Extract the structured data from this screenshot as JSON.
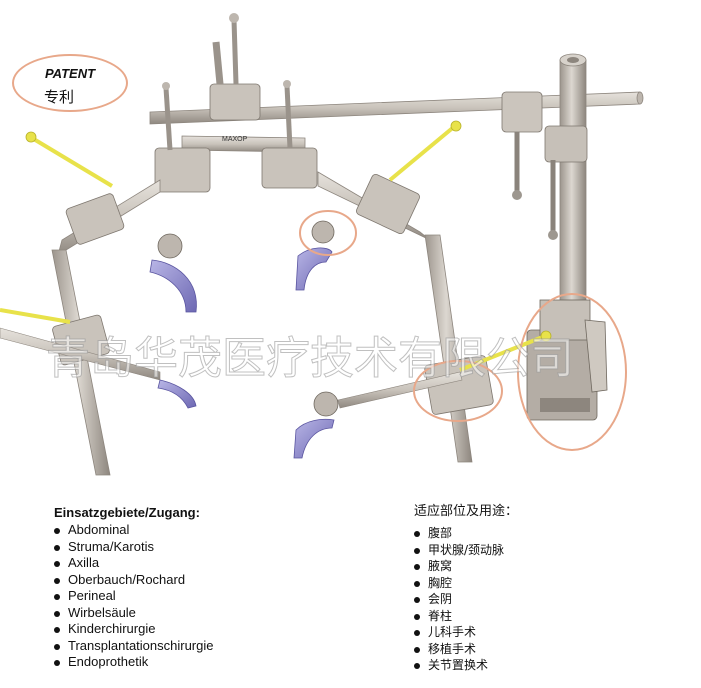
{
  "patent": {
    "label_en": "PATENT",
    "label_zh": "专利"
  },
  "illustration": {
    "label_maxop": "MAXOP"
  },
  "watermark": "青岛华茂医疗技术有限公司",
  "uses_de": {
    "title": "Einsatzgebiete/Zugang:",
    "items": [
      "Abdominal",
      "Struma/Karotis",
      "Axilla",
      "Oberbauch/Rochard",
      "Perineal",
      "Wirbelsäule",
      "Kinderchirurgie",
      "Transplantationschirurgie",
      "Endoprothetik"
    ]
  },
  "uses_zh": {
    "title": "适应部位及用途：",
    "items": [
      "腹部",
      "甲状腺/颈动脉",
      "腋窝",
      "胸腔",
      "会阴",
      "脊柱",
      "儿科手术",
      "移植手术",
      "关节置换术"
    ]
  },
  "colors": {
    "metal": "#cfcac4",
    "metal_dark": "#9d978f",
    "handle_yellow": "#e8e24a",
    "blade_purple": "#8a86c8",
    "highlight_circle": "#e8a88a"
  }
}
